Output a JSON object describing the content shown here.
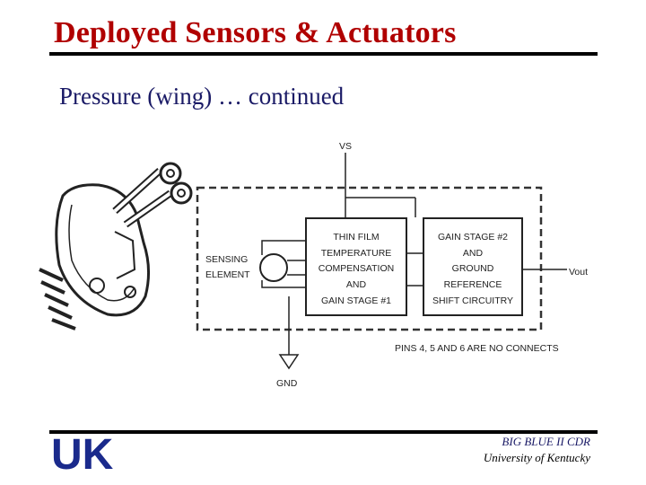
{
  "slide": {
    "title": "Deployed Sensors & Actuators",
    "subtitle": "Pressure (wing) … continued"
  },
  "diagram": {
    "supply_label": "VS",
    "output_label": "Vout",
    "ground_label": "GND",
    "sensing_label": [
      "SENSING",
      "ELEMENT"
    ],
    "block1_lines": [
      "THIN FILM",
      "TEMPERATURE",
      "COMPENSATION",
      "AND",
      "GAIN STAGE #1"
    ],
    "block2_lines": [
      "GAIN STAGE #2",
      "AND",
      "GROUND",
      "REFERENCE",
      "SHIFT CIRCUITRY"
    ],
    "pins_note": "PINS 4, 5 AND 6 ARE NO CONNECTS"
  },
  "footer": {
    "logo_text": "UK",
    "line1": "BIG BLUE II CDR",
    "line2": "University of Kentucky",
    "logo_color": "#1a2a8c"
  }
}
